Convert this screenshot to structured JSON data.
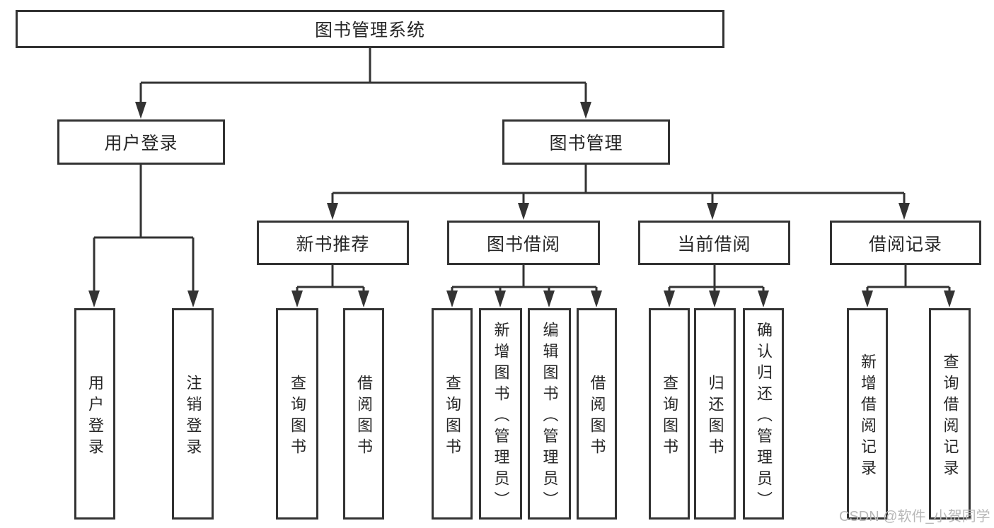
{
  "tree": {
    "label": "图书管理系统",
    "children": [
      {
        "label": "用户登录",
        "children": [
          {
            "label": "用户登录"
          },
          {
            "label": "注销登录"
          }
        ]
      },
      {
        "label": "图书管理",
        "children": [
          {
            "label": "新书推荐",
            "children": [
              {
                "label": "查询图书"
              },
              {
                "label": "借阅图书"
              }
            ]
          },
          {
            "label": "图书借阅",
            "children": [
              {
                "label": "查询图书"
              },
              {
                "label": "新增图书（管理员）"
              },
              {
                "label": "编辑图书（管理员）"
              },
              {
                "label": "借阅图书"
              }
            ]
          },
          {
            "label": "当前借阅",
            "children": [
              {
                "label": "查询图书"
              },
              {
                "label": "归还图书"
              },
              {
                "label": "确认归还（管理员）"
              }
            ]
          },
          {
            "label": "借阅记录",
            "children": [
              {
                "label": "新增借阅记录"
              },
              {
                "label": "查询借阅记录"
              }
            ]
          }
        ]
      }
    ]
  },
  "watermark": {
    "text": "CSDN @软件_小贺同学"
  },
  "colors": {
    "line": "#333333",
    "text": "#262626",
    "watermark": "#b8b8b8",
    "background": "#ffffff"
  }
}
